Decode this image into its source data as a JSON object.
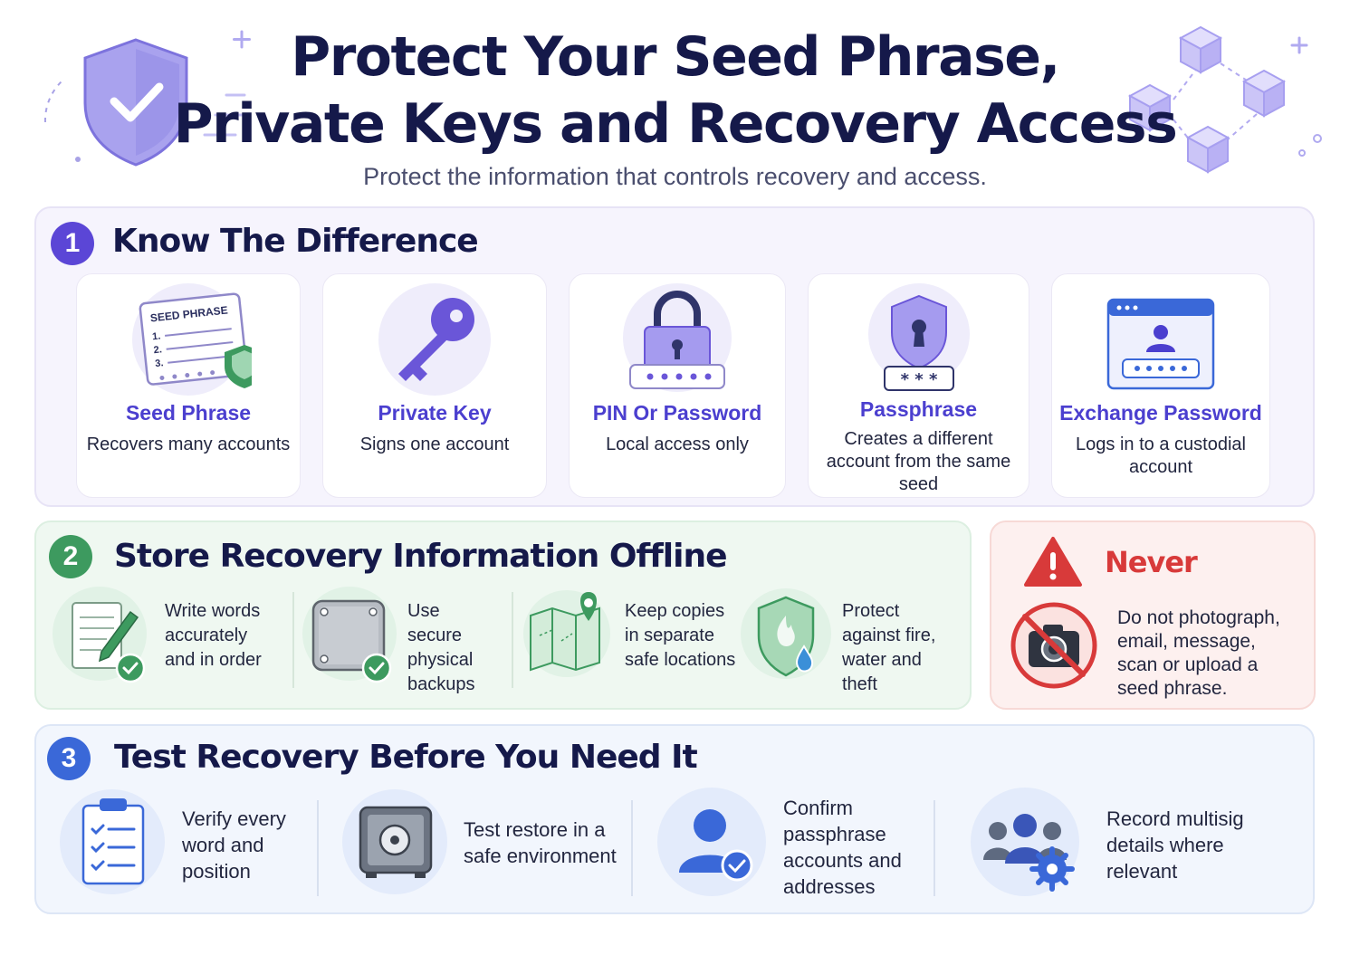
{
  "header": {
    "title_line1": "Protect Your Seed Phrase,",
    "title_line2": "Private Keys and Recovery Access",
    "subtitle": "Protect the information that controls recovery and access."
  },
  "section1": {
    "number": "1",
    "title": "Know The Difference",
    "cards": [
      {
        "title": "Seed Phrase",
        "desc": "Recovers many accounts",
        "icon": "seed-phrase-document-icon",
        "icon_text": {
          "heading": "SEED PHRASE",
          "l1": "1.",
          "l2": "2.",
          "l3": "3."
        }
      },
      {
        "title": "Private Key",
        "desc": "Signs one account",
        "icon": "key-icon"
      },
      {
        "title": "PIN Or Password",
        "desc": "Local access only",
        "icon": "padlock-icon"
      },
      {
        "title": "Passphrase",
        "desc": "Creates a different account from the same seed",
        "icon": "shield-keyhole-icon",
        "icon_text": {
          "stars": "* * *"
        }
      },
      {
        "title": "Exchange Password",
        "desc": "Logs in to a custodial account",
        "icon": "browser-login-icon"
      }
    ]
  },
  "section2": {
    "number": "2",
    "title": "Store Recovery Information Offline",
    "items": [
      {
        "text": "Write words accurately and in order",
        "icon": "write-notes-icon"
      },
      {
        "text": "Use secure physical backups",
        "icon": "metal-plate-icon"
      },
      {
        "text": "Keep copies in separate safe locations",
        "icon": "map-pin-icon"
      },
      {
        "text": "Protect against fire, water and theft",
        "icon": "shield-fire-water-icon"
      }
    ]
  },
  "never": {
    "title": "Never",
    "text": "Do not photograph, email, message, scan or upload a seed phrase.",
    "icons": [
      "warning-icon",
      "no-camera-icon"
    ]
  },
  "section3": {
    "number": "3",
    "title": "Test Recovery Before You Need It",
    "items": [
      {
        "text": "Verify every word and position",
        "icon": "checklist-icon"
      },
      {
        "text": "Test restore in a safe environment",
        "icon": "safe-icon"
      },
      {
        "text": "Confirm passphrase accounts and addresses",
        "icon": "user-check-icon"
      },
      {
        "text": "Record multisig details where relevant",
        "icon": "group-settings-icon"
      }
    ]
  },
  "colors": {
    "accent_purple": "#4b3fcf",
    "section1_badge": "#5b46d6",
    "section2_badge": "#3d9a5f",
    "section3_badge": "#3a68d8",
    "never_red": "#d83a3a",
    "title_navy": "#15194a"
  }
}
